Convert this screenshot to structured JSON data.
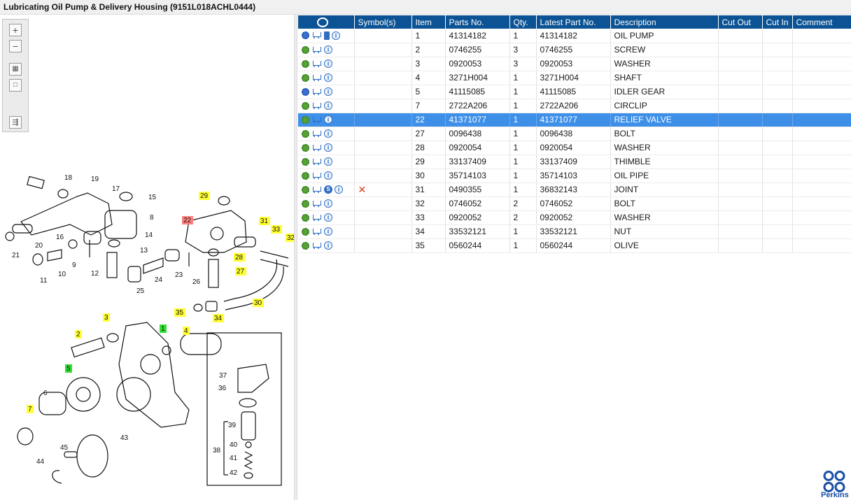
{
  "window": {
    "title": "Lubricating Oil Pump & Delivery Housing (9151L018ACHL0444)"
  },
  "toolbar": {
    "icons": [
      "zoom-in-icon",
      "zoom-out-icon",
      "fit-grid-icon",
      "single-view-icon",
      "list-arrow-icon"
    ]
  },
  "grid": {
    "columns": [
      "",
      "Symbol(s)",
      "Item",
      "Parts No.",
      "Qty.",
      "Latest Part No.",
      "Description",
      "Cut Out",
      "Cut In",
      "Comment"
    ],
    "rows": [
      {
        "item": "1",
        "part_no": "41314182",
        "qty": "1",
        "latest": "41314182",
        "desc": "OIL PUMP",
        "gear": "blue",
        "doc": true,
        "s": false,
        "x": false
      },
      {
        "item": "2",
        "part_no": "0746255",
        "qty": "3",
        "latest": "0746255",
        "desc": "SCREW",
        "gear": "green",
        "doc": false,
        "s": false,
        "x": false
      },
      {
        "item": "3",
        "part_no": "0920053",
        "qty": "3",
        "latest": "0920053",
        "desc": "WASHER",
        "gear": "green",
        "doc": false,
        "s": false,
        "x": false
      },
      {
        "item": "4",
        "part_no": "3271H004",
        "qty": "1",
        "latest": "3271H004",
        "desc": "SHAFT",
        "gear": "green",
        "doc": false,
        "s": false,
        "x": false
      },
      {
        "item": "5",
        "part_no": "41115085",
        "qty": "1",
        "latest": "41115085",
        "desc": "IDLER GEAR",
        "gear": "blue",
        "doc": false,
        "s": false,
        "x": false
      },
      {
        "item": "7",
        "part_no": "2722A206",
        "qty": "1",
        "latest": "2722A206",
        "desc": "CIRCLIP",
        "gear": "green",
        "doc": false,
        "s": false,
        "x": false
      },
      {
        "item": "22",
        "part_no": "41371077",
        "qty": "1",
        "latest": "41371077",
        "desc": "RELIEF VALVE",
        "gear": "green",
        "doc": false,
        "s": false,
        "x": false,
        "selected": true
      },
      {
        "item": "27",
        "part_no": "0096438",
        "qty": "1",
        "latest": "0096438",
        "desc": "BOLT",
        "gear": "green",
        "doc": false,
        "s": false,
        "x": false
      },
      {
        "item": "28",
        "part_no": "0920054",
        "qty": "1",
        "latest": "0920054",
        "desc": "WASHER",
        "gear": "green",
        "doc": false,
        "s": false,
        "x": false
      },
      {
        "item": "29",
        "part_no": "33137409",
        "qty": "1",
        "latest": "33137409",
        "desc": "THIMBLE",
        "gear": "green",
        "doc": false,
        "s": false,
        "x": false
      },
      {
        "item": "30",
        "part_no": "35714103",
        "qty": "1",
        "latest": "35714103",
        "desc": "OIL PIPE",
        "gear": "green",
        "doc": false,
        "s": false,
        "x": false
      },
      {
        "item": "31",
        "part_no": "0490355",
        "qty": "1",
        "latest": "36832143",
        "desc": "JOINT",
        "gear": "green",
        "doc": false,
        "s": true,
        "x": true
      },
      {
        "item": "32",
        "part_no": "0746052",
        "qty": "2",
        "latest": "0746052",
        "desc": "BOLT",
        "gear": "green",
        "doc": false,
        "s": false,
        "x": false
      },
      {
        "item": "33",
        "part_no": "0920052",
        "qty": "2",
        "latest": "0920052",
        "desc": "WASHER",
        "gear": "green",
        "doc": false,
        "s": false,
        "x": false
      },
      {
        "item": "34",
        "part_no": "33532121",
        "qty": "1",
        "latest": "33532121",
        "desc": "NUT",
        "gear": "green",
        "doc": false,
        "s": false,
        "x": false
      },
      {
        "item": "35",
        "part_no": "0560244",
        "qty": "1",
        "latest": "0560244",
        "desc": "OLIVE",
        "gear": "green",
        "doc": false,
        "s": false,
        "x": false
      }
    ]
  },
  "diagram": {
    "callouts": [
      {
        "label": "18",
        "hl": ""
      },
      {
        "label": "19",
        "hl": ""
      },
      {
        "label": "17",
        "hl": ""
      },
      {
        "label": "15",
        "hl": ""
      },
      {
        "label": "8",
        "hl": ""
      },
      {
        "label": "16",
        "hl": ""
      },
      {
        "label": "20",
        "hl": ""
      },
      {
        "label": "21",
        "hl": ""
      },
      {
        "label": "14",
        "hl": ""
      },
      {
        "label": "13",
        "hl": ""
      },
      {
        "label": "12",
        "hl": ""
      },
      {
        "label": "9",
        "hl": ""
      },
      {
        "label": "10",
        "hl": ""
      },
      {
        "label": "11",
        "hl": ""
      },
      {
        "label": "29",
        "hl": "yellow"
      },
      {
        "label": "22",
        "hl": "red"
      },
      {
        "label": "31",
        "hl": "yellow"
      },
      {
        "label": "33",
        "hl": "yellow"
      },
      {
        "label": "32",
        "hl": "yellow"
      },
      {
        "label": "28",
        "hl": "yellow"
      },
      {
        "label": "27",
        "hl": "yellow"
      },
      {
        "label": "23",
        "hl": ""
      },
      {
        "label": "24",
        "hl": ""
      },
      {
        "label": "25",
        "hl": ""
      },
      {
        "label": "26",
        "hl": ""
      },
      {
        "label": "30",
        "hl": "yellow"
      },
      {
        "label": "35",
        "hl": "yellow"
      },
      {
        "label": "34",
        "hl": "yellow"
      },
      {
        "label": "3",
        "hl": "yellow"
      },
      {
        "label": "2",
        "hl": "yellow"
      },
      {
        "label": "1",
        "hl": "green"
      },
      {
        "label": "4",
        "hl": "yellow"
      },
      {
        "label": "5",
        "hl": "green"
      },
      {
        "label": "6",
        "hl": ""
      },
      {
        "label": "7",
        "hl": "yellow"
      },
      {
        "label": "45",
        "hl": ""
      },
      {
        "label": "43",
        "hl": ""
      },
      {
        "label": "44",
        "hl": ""
      },
      {
        "label": "37",
        "hl": ""
      },
      {
        "label": "36",
        "hl": ""
      },
      {
        "label": "39",
        "hl": ""
      },
      {
        "label": "38",
        "hl": ""
      },
      {
        "label": "40",
        "hl": ""
      },
      {
        "label": "41",
        "hl": ""
      },
      {
        "label": "42",
        "hl": ""
      }
    ]
  },
  "brand": {
    "name": "Perkins"
  },
  "colors": {
    "header": "#0b5394",
    "selected_row": "#3d8fe8",
    "callout_yellow": "#ffff33",
    "callout_red": "#ff8080",
    "callout_green": "#33dd33"
  }
}
